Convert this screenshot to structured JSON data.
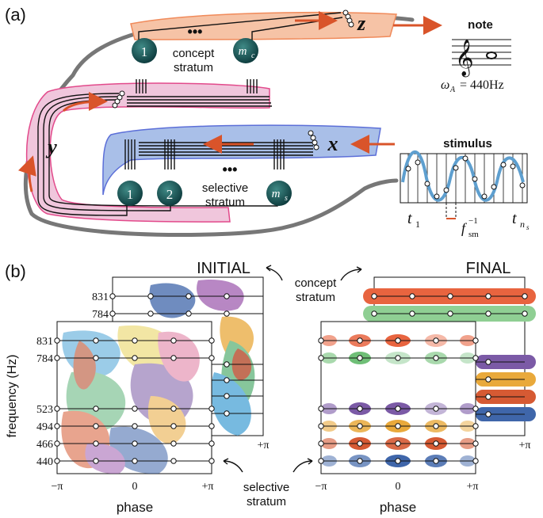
{
  "panel_a": {
    "label": "(a)",
    "concept_stratum": {
      "line1": "concept",
      "line2": "stratum"
    },
    "selective_stratum": {
      "line1": "selective",
      "line2": "stratum"
    },
    "neuron_1": "1",
    "neuron_2": "2",
    "neuron_mc": "m",
    "neuron_mc_sub": "c",
    "neuron_ms": "m",
    "neuron_ms_sub": "s",
    "ellipsis": "•••",
    "var_z": "z",
    "var_x": "x",
    "var_y": "y",
    "note_title": "note",
    "note_freq": "ω",
    "note_freq_sub": "A",
    "note_freq_value": "= 440Hz",
    "stimulus_title": "stimulus",
    "t1": "t",
    "t1_sub": "1",
    "tn": "t",
    "tn_sub": "n",
    "tn_subsub": "s",
    "fsm": "f",
    "fsm_sub": "sm",
    "fsm_sup": "−1",
    "colors": {
      "concept_band": "#f6c3a6",
      "selective_band": "#a9bfe8",
      "pathway_band": "#f0c6dc",
      "arrow": "#d9542a",
      "neuron": "#1f5b5b",
      "wave": "#5e9fcf"
    },
    "icons": {
      "neuron": "neuron-icon",
      "treble_clef": "treble-clef-icon"
    }
  },
  "panel_b": {
    "label": "(b)",
    "initial_title": "INITIAL",
    "final_title": "FINAL",
    "concept_stratum": {
      "line1": "concept",
      "line2": "stratum"
    },
    "selective_stratum": {
      "line1": "selective",
      "line2": "stratum"
    },
    "ylabel": "frequency (Hz)",
    "xlabel_left": "phase",
    "xlabel_right": "phase",
    "back_freqs": [
      "831",
      "784"
    ],
    "front_freqs": [
      "831",
      "784",
      "523",
      "494",
      "466",
      "440"
    ],
    "xticks": [
      "−π",
      "0",
      "+π"
    ],
    "back_xtick": "+π",
    "concept_colors": [
      "#e8643f",
      "#8fcf93"
    ],
    "selective_colors": [
      "#e8643f",
      "#6fbf77",
      "#7b5aa6",
      "#e9a93b",
      "#d65a33",
      "#3f66aa"
    ]
  }
}
